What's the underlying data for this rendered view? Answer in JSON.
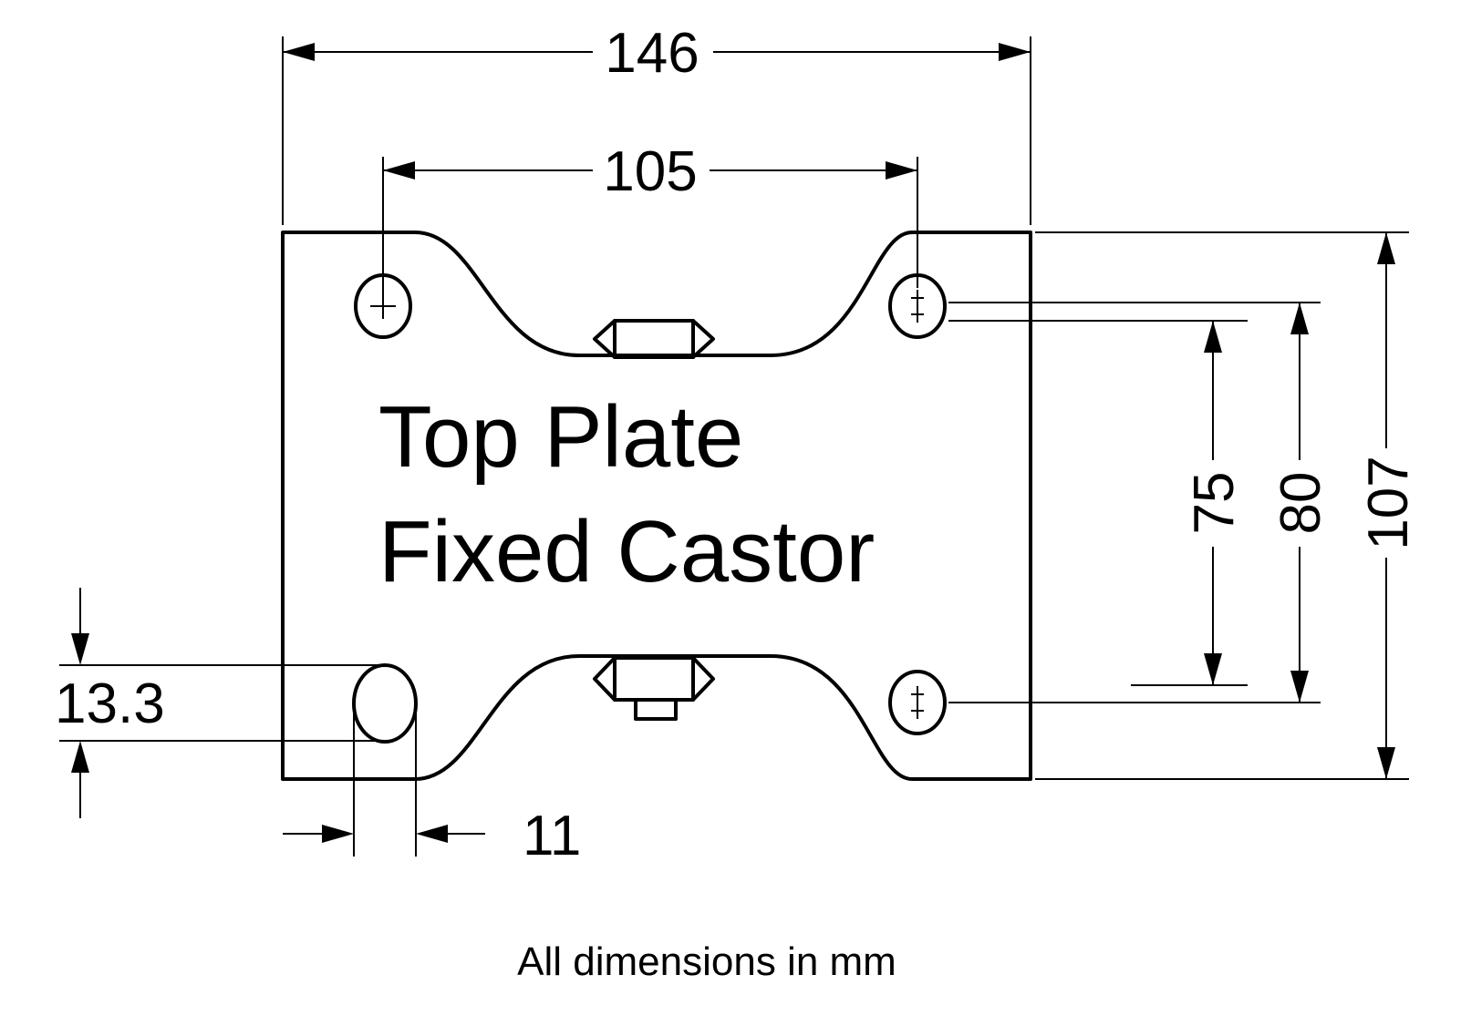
{
  "drawing": {
    "label": {
      "line1": "Top Plate",
      "line2": "Fixed Castor"
    },
    "footer": "All dimensions in mm",
    "dims": {
      "overall_width": "146",
      "hole_pitch_width": "105",
      "inner_pitch_height": "75",
      "hole_pitch_height": "80",
      "overall_height": "107",
      "slot_length": "13.3",
      "slot_width": "11"
    },
    "colors": {
      "line": "#000000",
      "background": "#ffffff"
    }
  }
}
